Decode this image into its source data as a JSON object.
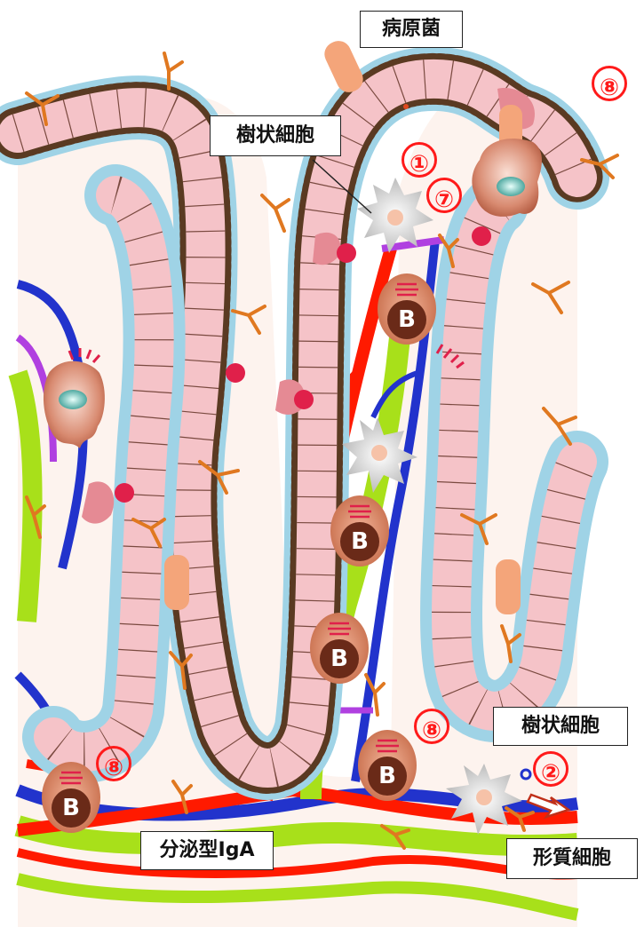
{
  "labels": {
    "pathogen": "病原菌",
    "dendritic_top": "樹状細胞",
    "dendritic_right": "樹状細胞",
    "secretory_iga": "分泌型IgA",
    "plasma_cell": "形質細胞"
  },
  "markers": {
    "m1": "①",
    "m7": "⑦",
    "m8_top": "⑧",
    "m8_center": "⑧",
    "m8_left": "⑧",
    "m2": "②"
  },
  "b_cell_letter": "B",
  "colors": {
    "epithelium": "#f5c3c8",
    "mucus": "#9fd3e6",
    "lamina": "#fbefe8",
    "artery": "#ff1a00",
    "vein": "#2233cc",
    "lymph": "#a8e01a",
    "antibody": "#e07820",
    "bacteria": "#f4a57a",
    "marker_red": "#ff1a1a"
  }
}
